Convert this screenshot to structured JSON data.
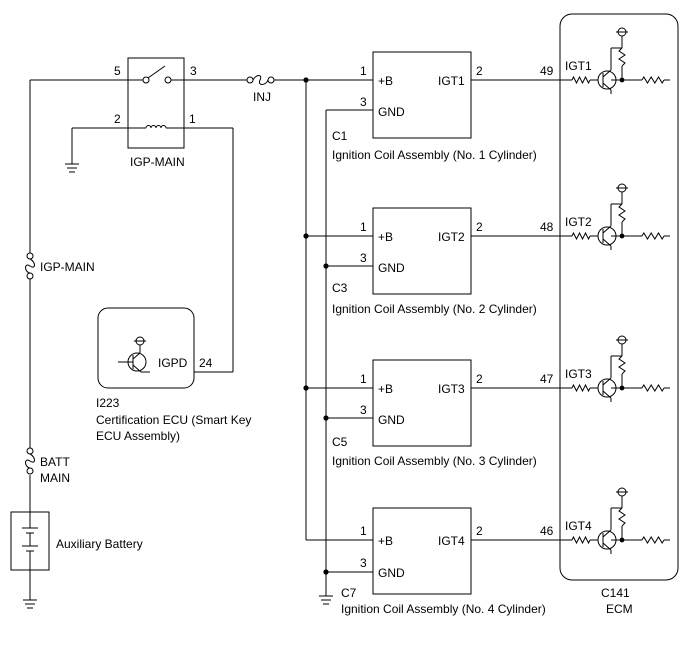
{
  "relay": {
    "name": "IGP-MAIN",
    "pins": {
      "sw_in": "5",
      "sw_out": "3",
      "coil_a": "2",
      "coil_b": "1"
    }
  },
  "fuses": {
    "inj": "INJ",
    "igp_main": "IGP-MAIN",
    "batt_main_1": "BATT",
    "batt_main_2": "MAIN"
  },
  "battery": {
    "label": "Auxiliary Battery"
  },
  "cert_ecu": {
    "connector": "I223",
    "name_1": "Certification ECU (Smart Key",
    "name_2": "ECU Assembly)",
    "pin_label": "IGPD",
    "pin": "24"
  },
  "coils": [
    {
      "connector": "C1",
      "name": "Ignition Coil Assembly (No. 1 Cylinder)",
      "b_label": "+B",
      "gnd_label": "GND",
      "igt_label": "IGT1",
      "pin_b": "1",
      "pin_gnd": "3",
      "pin_igt": "2",
      "ecm_pin": "49",
      "ecm_label": "IGT1"
    },
    {
      "connector": "C3",
      "name": "Ignition Coil Assembly (No. 2 Cylinder)",
      "b_label": "+B",
      "gnd_label": "GND",
      "igt_label": "IGT2",
      "pin_b": "1",
      "pin_gnd": "3",
      "pin_igt": "2",
      "ecm_pin": "48",
      "ecm_label": "IGT2"
    },
    {
      "connector": "C5",
      "name": "Ignition Coil Assembly (No. 3 Cylinder)",
      "b_label": "+B",
      "gnd_label": "GND",
      "igt_label": "IGT3",
      "pin_b": "1",
      "pin_gnd": "3",
      "pin_igt": "2",
      "ecm_pin": "47",
      "ecm_label": "IGT3"
    },
    {
      "connector": "C7",
      "name": "Ignition Coil Assembly (No. 4 Cylinder)",
      "b_label": "+B",
      "gnd_label": "GND",
      "igt_label": "IGT4",
      "pin_b": "1",
      "pin_gnd": "3",
      "pin_igt": "2",
      "ecm_pin": "46",
      "ecm_label": "IGT4"
    }
  ],
  "ecm": {
    "connector": "C141",
    "name": "ECM"
  }
}
